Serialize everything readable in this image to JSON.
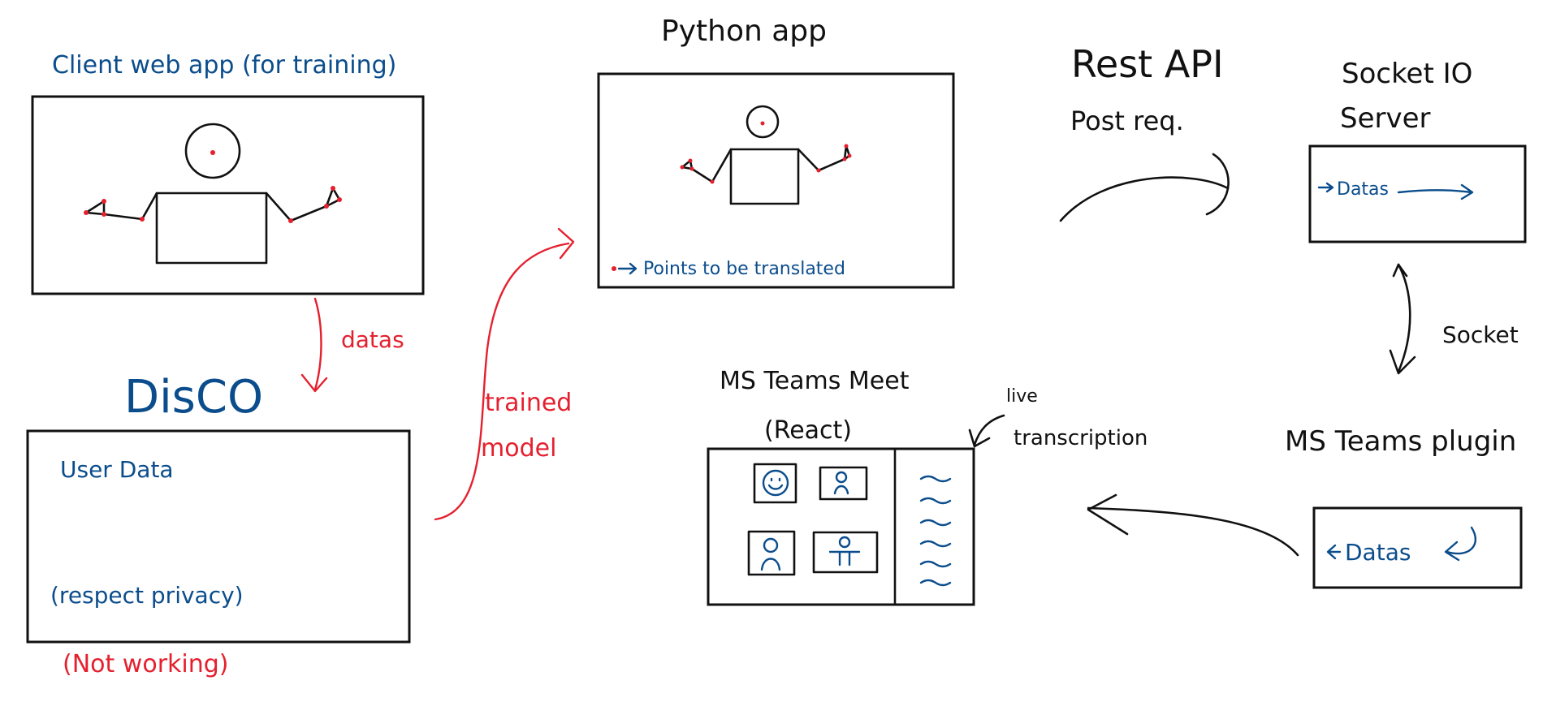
{
  "colors": {
    "blue": "#0b4d8c",
    "red": "#e5202e",
    "black": "#111111"
  },
  "labels": {
    "client_webapp": "Client web app (for training)",
    "datas_red": "datas",
    "disco": "DisCO",
    "user_data": "User Data",
    "respect_privacy": "(respect privacy)",
    "not_working": "(Not working)",
    "trained": "trained",
    "model": "model",
    "python_app": "Python app",
    "points_note": "Points to be translated",
    "rest_api": "Rest API",
    "post_req": "Post req.",
    "socket_io": "Socket IO",
    "server": "Server",
    "datas_server": "Datas",
    "socket": "Socket",
    "ms_plugin": "MS Teams plugin",
    "datas_plugin": "Datas",
    "ms_meet": "MS Teams Meet",
    "react": "(React)",
    "live": "live",
    "transcription": "transcription"
  }
}
